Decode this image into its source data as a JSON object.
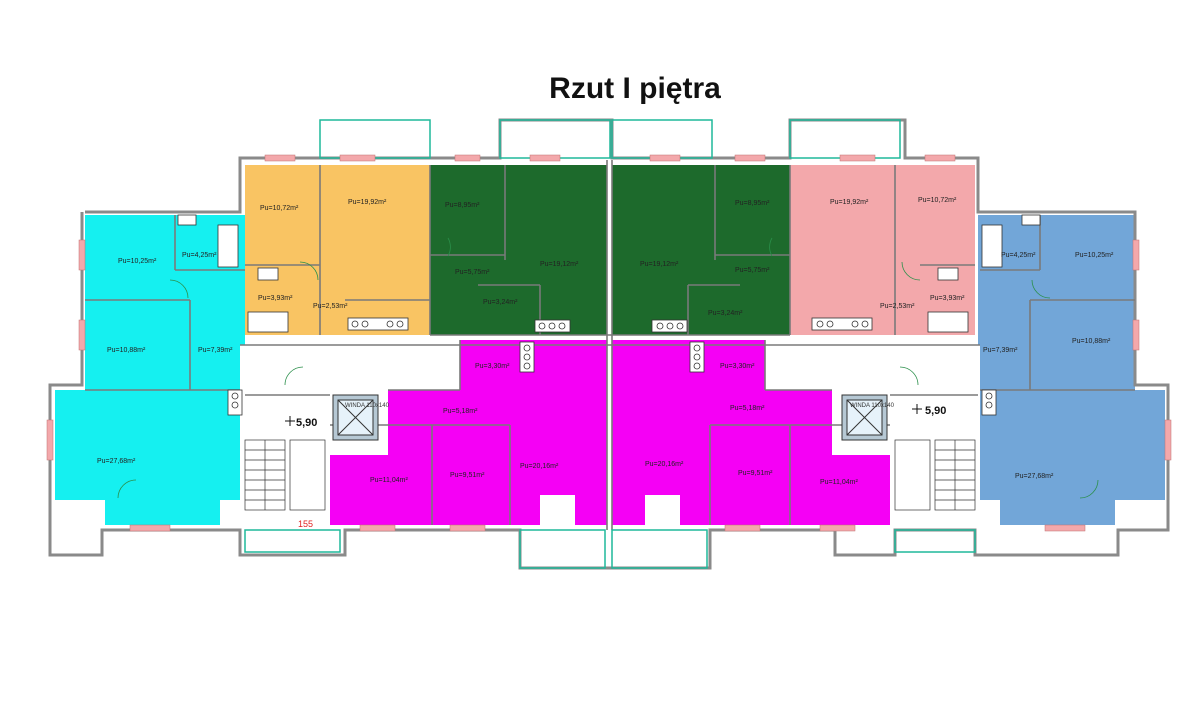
{
  "title": "Rzut  I piętra",
  "colors": {
    "cyan": "#15f0f0",
    "orange": "#f9c463",
    "dark_green": "#1d6a2c",
    "pink": "#f3a8ab",
    "blue": "#72a6d8",
    "magenta": "#f500f5",
    "wall": "#9a9a9a",
    "window": "#1fb89a"
  },
  "labels": {
    "c1": "Pu=10,25m²",
    "c2": "Pu=4,25m²",
    "c3": "Pu=10,88m²",
    "c4": "Pu=7,39m²",
    "c5": "Pu=27,68m²",
    "o1": "Pu=10,72m²",
    "o2": "Pu=19,92m²",
    "o3": "Pu=3,93m²",
    "o4": "Pu=2,53m²",
    "g1": "Pu=8,95m²",
    "g2": "Pu=5,75m²",
    "g3": "Pu=19,12m²",
    "g4": "Pu=3,24m²",
    "g5": "Pu=19,12m²",
    "g6": "Pu=8,95m²",
    "g7": "Pu=5,75m²",
    "g8": "Pu=3,24m²",
    "p1": "Pu=19,92m²",
    "p2": "Pu=10,72m²",
    "p3": "Pu=2,53m²",
    "p4": "Pu=3,93m²",
    "b1": "Pu=4,25m²",
    "b2": "Pu=10,25m²",
    "b3": "Pu=7,39m²",
    "b4": "Pu=10,88m²",
    "b5": "Pu=27,68m²",
    "m1": "Pu=3,30m²",
    "m2": "Pu=5,18m²",
    "m3": "Pu=11,04m²",
    "m4": "Pu=9,51m²",
    "m5": "Pu=20,16m²",
    "m6": "Pu=20,16m²",
    "m7": "Pu=3,30m²",
    "m8": "Pu=5,18m²",
    "m9": "Pu=9,51m²",
    "m10": "Pu=11,04m²"
  },
  "level_left": "5,90",
  "level_right": "5,90",
  "lift_left": "WINDA 110x140",
  "lift_right": "WINDA 110x140",
  "stair_marker": "155"
}
